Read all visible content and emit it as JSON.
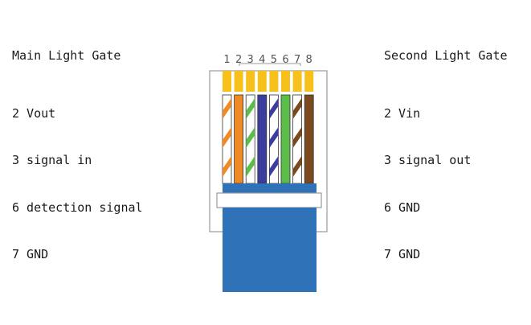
{
  "main_gate": {
    "title": "Main Light Gate",
    "pins": [
      "2 Vout",
      "3 signal in",
      "6 detection signal",
      "7 GND"
    ]
  },
  "second_gate": {
    "title": "Second Light Gate",
    "pins": [
      "2 Vin",
      "3 signal out",
      "6 GND",
      "7 GND"
    ]
  },
  "connector": {
    "pin_numbers": [
      "1",
      "2",
      "3",
      "4",
      "5",
      "6",
      "7",
      "8"
    ],
    "wires": [
      {
        "color": "#f08a24",
        "striped": true
      },
      {
        "color": "#f08a24",
        "striped": false
      },
      {
        "color": "#5cbd4a",
        "striped": true
      },
      {
        "color": "#3a3c9e",
        "striped": false
      },
      {
        "color": "#3a3c9e",
        "striped": true
      },
      {
        "color": "#5cbd4a",
        "striped": false
      },
      {
        "color": "#7a4a1c",
        "striped": true
      },
      {
        "color": "#7a4a1c",
        "striped": false
      }
    ],
    "contact_color": "#f7c01a",
    "boot_color": "#2f72b8",
    "outline_color": "#9a9a9a"
  }
}
